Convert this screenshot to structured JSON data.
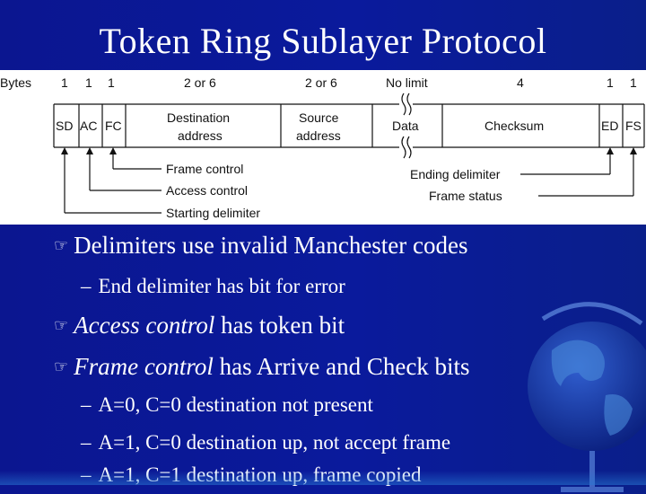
{
  "slide": {
    "title": "Token Ring Sublayer Protocol"
  },
  "frame_diagram": {
    "bytes_label": "Bytes",
    "byte_counts": [
      "1",
      "1",
      "1",
      "2 or 6",
      "2 or 6",
      "No limit",
      "4",
      "1",
      "1"
    ],
    "fields": [
      "SD",
      "AC",
      "FC",
      "Destination",
      "address",
      "Source",
      "address",
      "Data",
      "Checksum",
      "ED",
      "FS"
    ],
    "callouts_left": [
      "Frame control",
      "Access control",
      "Starting delimiter"
    ],
    "callouts_right": [
      "Ending delimiter",
      "Frame status"
    ]
  },
  "bullets": {
    "b1": "Delimiters use invalid Manchester codes",
    "b1_sub": "End delimiter has bit for error",
    "b2_em": "Access control",
    "b2_rest": " has token bit",
    "b3_em": "Frame control",
    "b3_rest": " has Arrive and Check bits",
    "b3_sub1": "A=0, C=0 destination not present",
    "b3_sub2": "A=1, C=0 destination up, not accept frame",
    "b3_sub3": "A=1, C=1 destination up, frame copied"
  },
  "colors": {
    "background": "#0b1690",
    "text": "#ffffff",
    "diagram_bg": "#ffffff"
  }
}
